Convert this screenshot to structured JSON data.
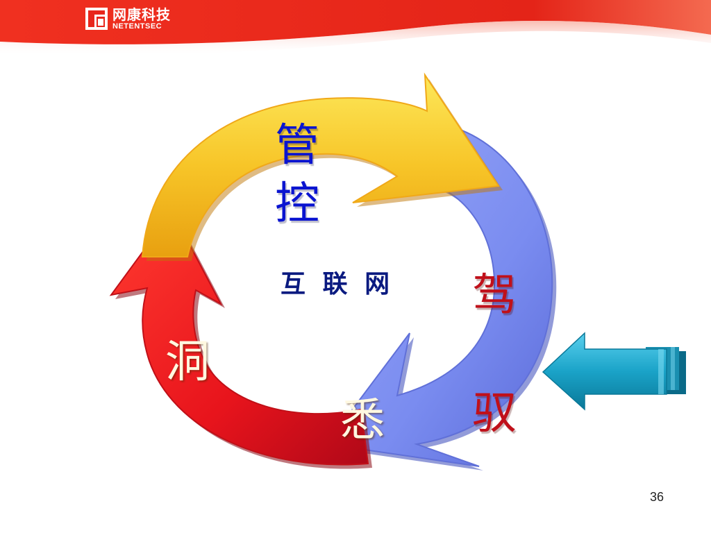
{
  "header": {
    "logo_cn": "网康科技",
    "logo_en": "NETENTSEC",
    "logo_icon": "netentsec-logo-icon",
    "band_color": "#e8261c"
  },
  "diagram": {
    "center_label": "互 联 网",
    "arrows": [
      {
        "name": "yellow-arrow",
        "color": "#f7c528"
      },
      {
        "name": "blue-arrow",
        "color": "#7a8cf0"
      },
      {
        "name": "red-arrow",
        "color": "#e8141c"
      },
      {
        "name": "side-arrow",
        "color": "#1aa3c8"
      }
    ],
    "labels": {
      "guan": "管",
      "kong": "控",
      "jia": "驾",
      "yu": "驭",
      "xi": "悉",
      "dong": "洞"
    }
  },
  "page_number": "36"
}
